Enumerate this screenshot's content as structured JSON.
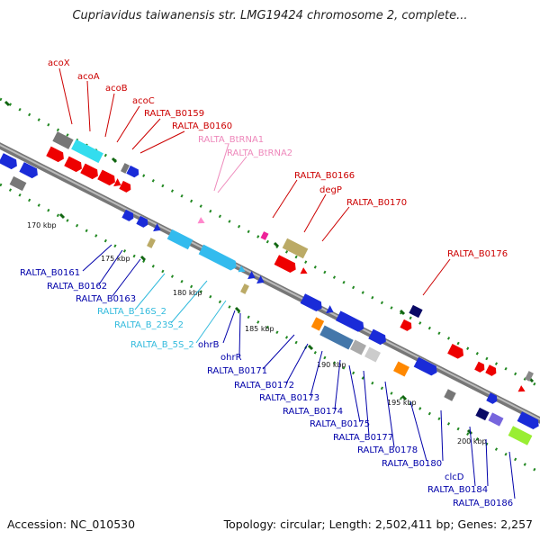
{
  "title": "Cupriavidus taiwanensis str. LMG19424 chromosome 2, complete...",
  "footer": {
    "accession": "Accession: NC_010530",
    "summary": "Topology: circular; Length: 2,502,411 bp; Genes: 2,257"
  },
  "colors": {
    "top_label": "#cc0000",
    "rna_label": "#ee88bb",
    "bottom_label": "#0000aa",
    "rrna_label": "#33bbdd",
    "backbone": "#888888",
    "tick_dots": "#228822"
  },
  "scale_labels": [
    "170 kbp",
    "175 kbp",
    "180 kbp",
    "185 kbp",
    "190 kbp",
    "195 kbp",
    "200 kbp"
  ],
  "top_gene_labels": [
    "acoX",
    "acoA",
    "acoB",
    "acoC",
    "RALTA_B0159",
    "RALTA_B0160",
    "RALTA_BtRNA1",
    "RALTA_BtRNA2",
    "RALTA_B0166",
    "degP",
    "RALTA_B0170",
    "RALTA_B0176"
  ],
  "bottom_gene_labels": [
    "RALTA_B0161",
    "RALTA_B0162",
    "RALTA_B0163",
    "RALTA_B_16S_2",
    "RALTA_B_23S_2",
    "RALTA_B_5S_2",
    "ohrB",
    "ohrR",
    "RALTA_B0171",
    "RALTA_B0172",
    "RALTA_B0173",
    "RALTA_B0174",
    "RALTA_B0175",
    "RALTA_B0177",
    "RALTA_B0178",
    "RALTA_B0180",
    "clcD",
    "RALTA_B0184",
    "RALTA_B0186"
  ]
}
